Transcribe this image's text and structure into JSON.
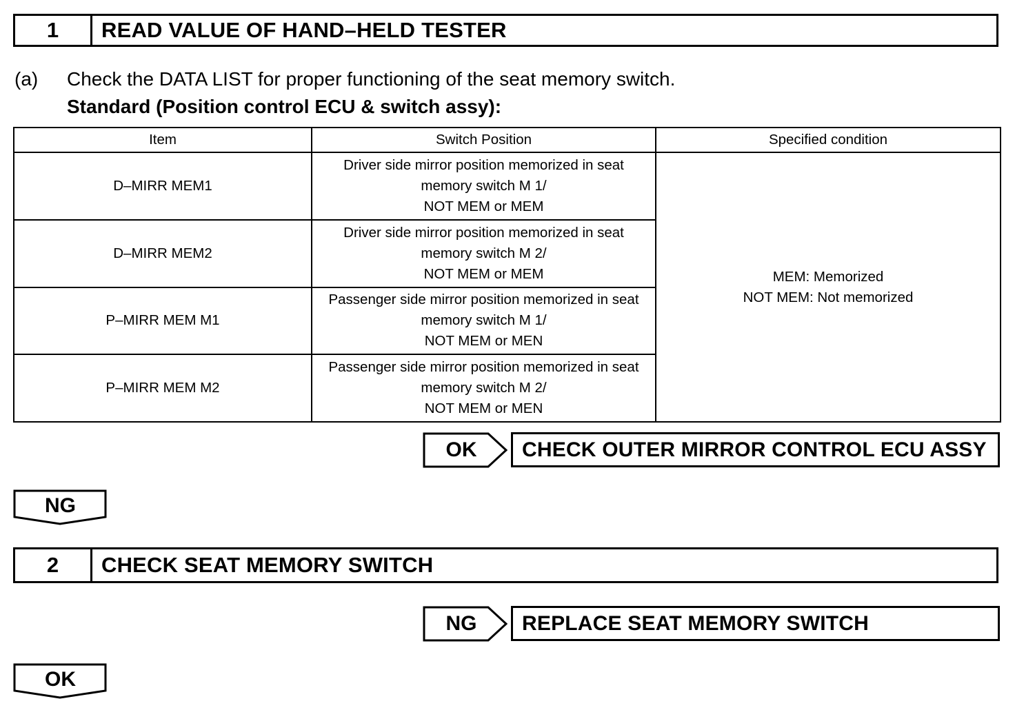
{
  "step1": {
    "number": "1",
    "title": "READ VALUE OF HAND–HELD TESTER"
  },
  "instruction": {
    "label": "(a)",
    "text": "Check the DATA LIST for proper functioning of the seat memory switch.",
    "standard": "Standard (Position control ECU & switch assy):"
  },
  "table": {
    "headers": [
      "Item",
      "Switch Position",
      "Specified condition"
    ],
    "rows": [
      {
        "item": "D–MIRR MEM1",
        "position": [
          "Driver side mirror position memorized in seat",
          "memory switch M 1/",
          "NOT MEM or MEM"
        ]
      },
      {
        "item": "D–MIRR MEM2",
        "position": [
          "Driver side mirror position memorized in seat",
          "memory switch M 2/",
          "NOT MEM or MEM"
        ]
      },
      {
        "item": "P–MIRR MEM M1",
        "position": [
          "Passenger side mirror position memorized in seat",
          "memory switch M 1/",
          "NOT MEM or MEN"
        ]
      },
      {
        "item": "P–MIRR MEM M2",
        "position": [
          "Passenger side mirror position memorized in seat",
          "memory switch M 2/",
          "NOT MEM or MEN"
        ]
      }
    ],
    "condition": [
      "MEM: Memorized",
      "NOT MEM: Not memorized"
    ]
  },
  "branch1": {
    "tag": "OK",
    "action": "CHECK OUTER MIRROR CONTROL ECU ASSY"
  },
  "flow1": {
    "tag": "NG"
  },
  "step2": {
    "number": "2",
    "title": "CHECK SEAT MEMORY SWITCH"
  },
  "branch2": {
    "tag": "NG",
    "action": "REPLACE SEAT MEMORY SWITCH"
  },
  "flow2": {
    "tag": "OK"
  }
}
